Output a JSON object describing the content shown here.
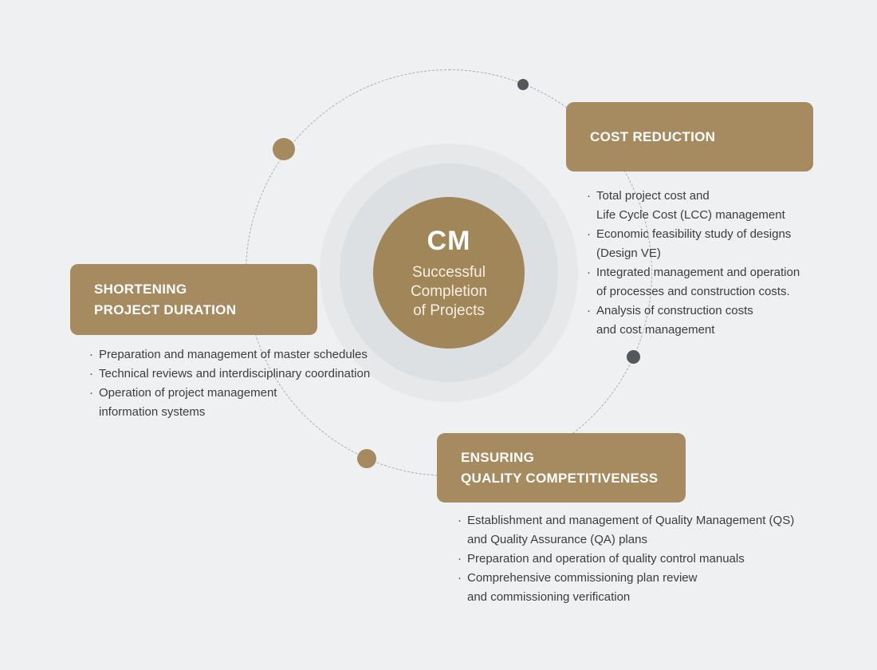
{
  "colors": {
    "background": "#eef0f2",
    "card_gold": "#a58b5f",
    "center_circle_gold": "#a1865a",
    "outer_ring": "#e6e8ea",
    "middle_ring": "#dde0e3",
    "dark_dot": "#54575b",
    "gold_dot": "#a48a5e",
    "body_text": "#3c3c3c",
    "card_text": "#ffffff"
  },
  "bullet_char": "·",
  "center": {
    "title": "CM",
    "subtitle": "Successful\nCompletion\nof Projects"
  },
  "cards": {
    "cost": {
      "title": "COST REDUCTION",
      "bullets": [
        "Total project cost and\nLife Cycle Cost (LCC) management",
        "Economic feasibility study of designs\n(Design VE)",
        "Integrated management and operation\nof processes and construction costs.",
        "Analysis of construction costs\nand cost management"
      ]
    },
    "duration": {
      "title": "SHORTENING\nPROJECT DURATION",
      "bullets": [
        "Preparation and management of master schedules",
        "Technical reviews and interdisciplinary coordination",
        "Operation of project management\ninformation systems"
      ]
    },
    "quality": {
      "title": "ENSURING\nQUALITY COMPETITIVENESS",
      "bullets": [
        "Establishment and management of Quality Management (QS)\nand Quality Assurance (QA) plans",
        "Preparation and operation of quality control manuals",
        "Comprehensive commissioning plan review\nand commissioning verification"
      ]
    }
  }
}
